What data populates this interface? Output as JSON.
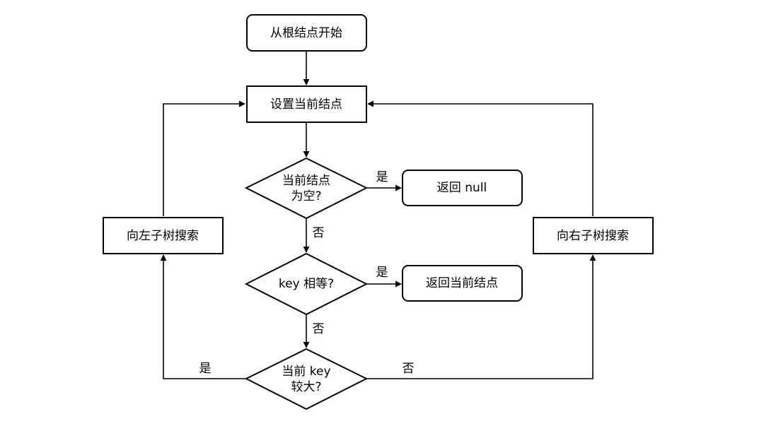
{
  "nodes": {
    "start": {
      "text": "从根结点开始",
      "shape": "rounded-rect"
    },
    "set_current": {
      "text": "设置当前结点",
      "shape": "rect"
    },
    "is_null": {
      "lines": [
        "当前结点",
        "为空?"
      ],
      "shape": "diamond"
    },
    "return_null": {
      "text": "返回 null",
      "shape": "rounded-rect"
    },
    "key_equal": {
      "text": "key 相等?",
      "shape": "diamond"
    },
    "return_current": {
      "text": "返回当前结点",
      "shape": "rounded-rect"
    },
    "key_greater": {
      "lines": [
        "当前 key",
        "较大?"
      ],
      "shape": "diamond"
    },
    "search_left": {
      "text": "向左子树搜索",
      "shape": "rect"
    },
    "search_right": {
      "text": "向右子树搜索",
      "shape": "rect"
    }
  },
  "edges": {
    "null_yes": "是",
    "null_no": "否",
    "equal_yes": "是",
    "equal_no": "否",
    "greater_yes": "是",
    "greater_no": "否"
  },
  "colors": {
    "stroke": "#000000",
    "fill": "#ffffff"
  }
}
